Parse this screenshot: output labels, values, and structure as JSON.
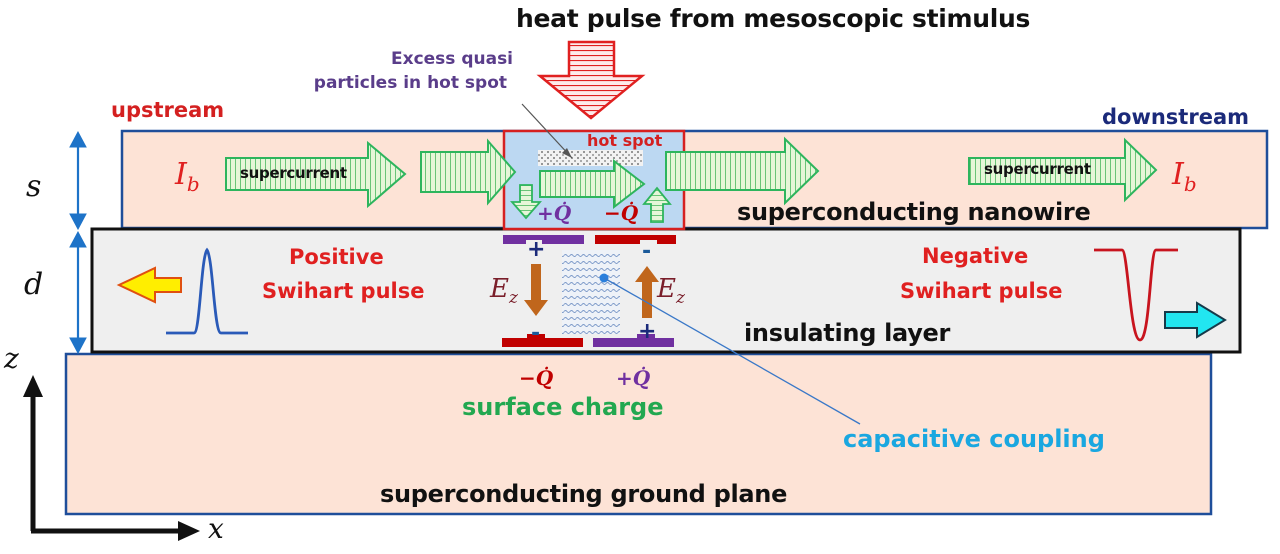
{
  "title": "heat pulse from mesoscopic stimulus",
  "annotations": {
    "excess_line1": "Excess quasi",
    "excess_line2": "particles in hot spot",
    "hot_spot": "hot spot",
    "upstream": "upstream",
    "downstream": "downstream",
    "supercurrent_left": "supercurrent",
    "supercurrent_right": "supercurrent",
    "ib_left": "I",
    "ib_left_sub": "b",
    "ib_right": "I",
    "ib_right_sub": "b",
    "nanowire": "superconducting nanowire",
    "insulating": "insulating layer",
    "ground": "superconducting ground plane",
    "positive_line1": "Positive",
    "positive_line2": "Swihart pulse",
    "negative_line1": "Negative",
    "negative_line2": "Swihart pulse",
    "surface_charge": "surface charge",
    "capacitive": "capacitive coupling",
    "plus_q_top": "+Q̇",
    "minus_q_top": "−Q̇",
    "minus_q_bottom": "−Q̇",
    "plus_q_bottom": "+Q̇",
    "ez_left": "E",
    "ez_left_sub": "z",
    "ez_right": "E",
    "ez_right_sub": "z",
    "plus_sign_top": "+",
    "minus_sign_top": "-",
    "minus_sign_bottom": "-",
    "plus_sign_bottom": "+"
  },
  "dimensions": {
    "s_label": "s",
    "d_label": "d"
  },
  "axes": {
    "z_label": "z",
    "x_label": "x"
  },
  "colors": {
    "layer_fill": "#fde3d6",
    "insulator_fill": "#efefef",
    "border_blue": "#1f4e9a",
    "hot_spot_fill": "#bcd8f2",
    "hot_spot_border": "#d62020",
    "arrow_green": "#2db55d",
    "purple": "#7030a0",
    "red": "#c00000",
    "orange": "#c0661c",
    "dimension_blue": "#1e73c8"
  }
}
